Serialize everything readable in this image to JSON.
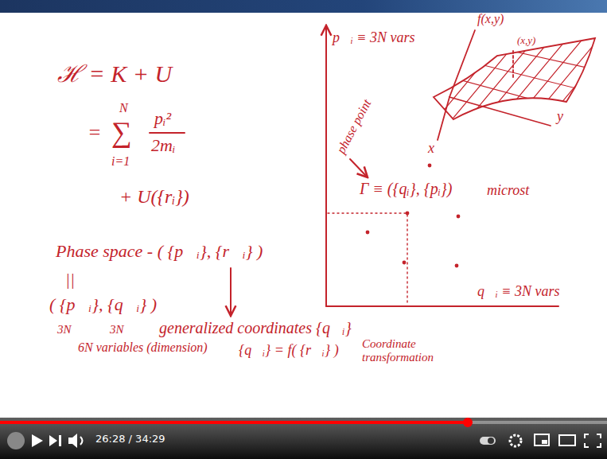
{
  "diagram": {
    "labels": [
      "ℋ = K + U",
      "=",
      "N",
      "∑",
      "i=1",
      "pᵢ²",
      "2mᵢ",
      "+ U({rᵢ})",
      "Phase space - ( {p⃗ᵢ}, {r⃗ᵢ} )",
      "||",
      "( {p⃗ᵢ}, {q⃗ᵢ} )",
      "3N",
      "3N",
      "6N variables (dimension)",
      "generalized coordinates {q⃗ᵢ}",
      "{q⃗ᵢ} = f( {r⃗ᵢ} )",
      "Coordinate transformation",
      "p⃗ᵢ ≡ 3N vars",
      "q⃗ᵢ ≡ 3N vars",
      "phase point",
      "Γ ≡ ({qᵢ}, {pᵢ})",
      "microst",
      "f(x,y)",
      "(x,y)",
      "x",
      "y",
      "26:28 / 34:29"
    ]
  }
}
